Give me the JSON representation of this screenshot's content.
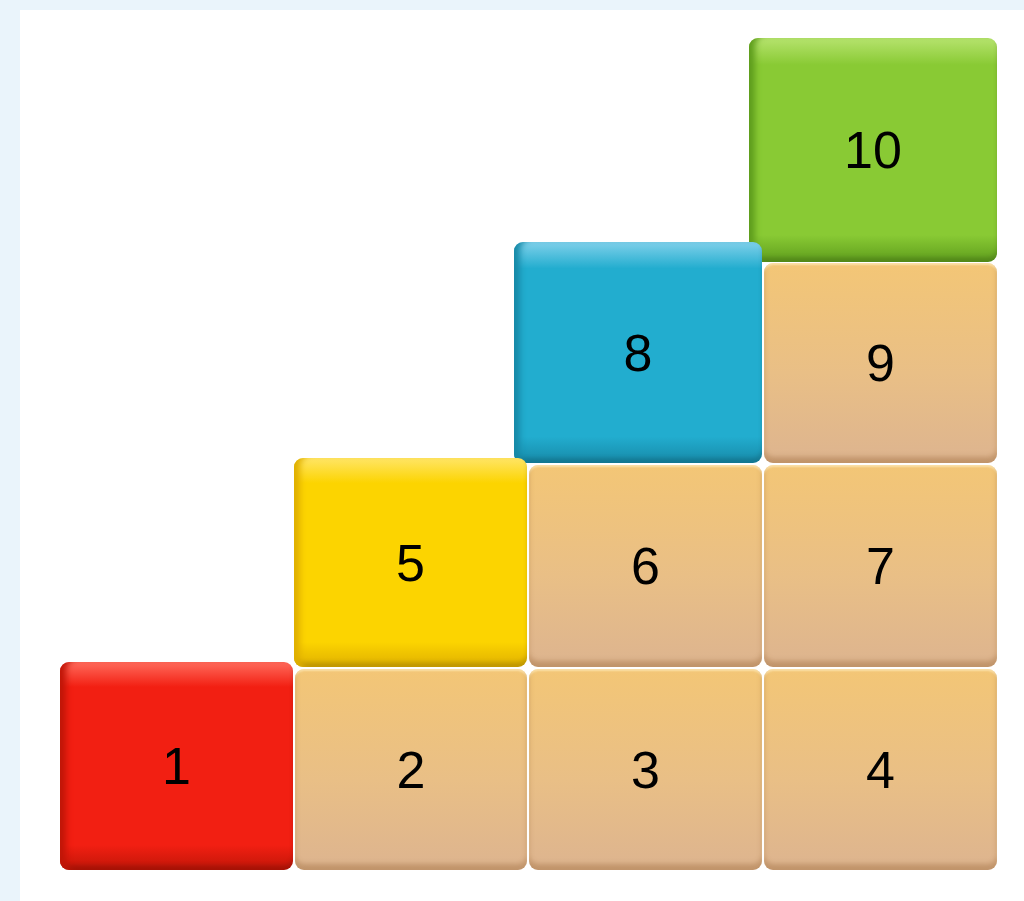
{
  "diagram": {
    "nodes": [
      {
        "text": [
          "10"
        ]
      },
      {
        "text": [
          "8"
        ]
      },
      {
        "text": [
          "9"
        ]
      },
      {
        "text": [
          "5"
        ]
      },
      {
        "text": [
          "6"
        ]
      },
      {
        "text": [
          "7"
        ]
      },
      {
        "text": [
          "1"
        ]
      },
      {
        "text": [
          "2"
        ]
      },
      {
        "text": [
          "3"
        ]
      },
      {
        "text": [
          "4"
        ]
      }
    ]
  }
}
